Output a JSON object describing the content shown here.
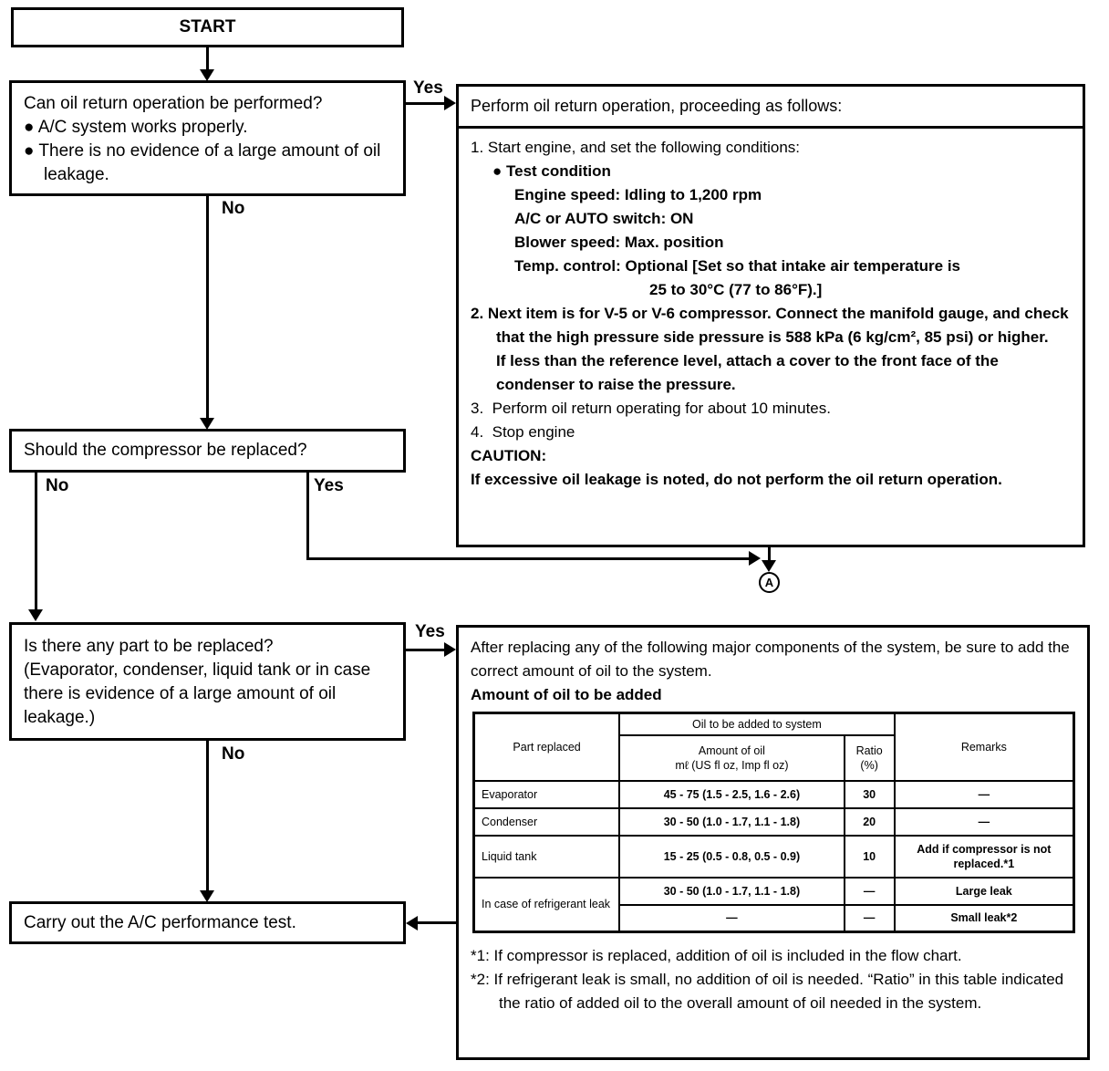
{
  "colors": {
    "ink": "#000000",
    "paper": "#ffffff"
  },
  "icons": {
    "bullet": "●"
  },
  "flowchart": {
    "start_label": "START",
    "d1_title": "Can oil return operation be performed?",
    "d1_bullet1": "A/C system works properly.",
    "d1_bullet2": "There is no evidence of a large amount of oil leakage.",
    "d2_title": "Should the compressor be replaced?",
    "d3_title": "Is there any part to be replaced?",
    "d3_detail": "(Evaporator, condenser, liquid tank or in case there is evidence of a large amount of oil leakage.)",
    "d4_title": "Carry out the A/C performance test.",
    "labels": {
      "d1_yes": "Yes",
      "d1_no": "No",
      "d2_no": "No",
      "d2_yes": "Yes",
      "d3_yes": "Yes",
      "d3_no": "No"
    },
    "connector_a": "A"
  },
  "procedure_box": {
    "title": "Perform oil return operation, proceeding as follows:",
    "step1": "1. Start engine, and set the following conditions:",
    "test_condition": "Test condition",
    "cond_engine": "Engine speed: Idling to 1,200 rpm",
    "cond_switch": "A/C or AUTO switch: ON",
    "cond_blower": "Blower speed: Max. position",
    "cond_temp": "Temp. control: Optional [Set so that intake air temperature is",
    "cond_temp2": "25 to 30°C (77 to 86°F).]",
    "step2a": "2. Next item is for V-5 or V-6 compressor. Connect the manifold gauge, and check that the high pressure side pressure is 588 kPa (6 kg/cm², 85 psi) or higher.",
    "step2b": "If less than the reference level, attach a cover to the front face of the condenser to raise the pressure.",
    "step3": "3.  Perform oil return operating for about 10 minutes.",
    "step4": "4.  Stop engine",
    "caution_label": "CAUTION:",
    "caution_text": "If excessive oil leakage is noted, do not perform the oil return operation."
  },
  "oil_box": {
    "intro": "After replacing any of the following major components of the system, be sure to add the correct amount of oil to the system.",
    "table_title": "Amount of oil to be added",
    "table": {
      "col_part": "Part replaced",
      "col_group": "Oil to be added to system",
      "col_amount_line1": "Amount of oil",
      "col_amount_line2": "mℓ (US fl oz, Imp fl oz)",
      "col_ratio_line1": "Ratio",
      "col_ratio_line2": "(%)",
      "col_remarks": "Remarks",
      "rows": [
        {
          "part": "Evaporator",
          "amount": "45 - 75 (1.5 - 2.5, 1.6 - 2.6)",
          "ratio": "30",
          "remarks": "—"
        },
        {
          "part": "Condenser",
          "amount": "30 - 50 (1.0 - 1.7, 1.1 - 1.8)",
          "ratio": "20",
          "remarks": "—"
        },
        {
          "part": "Liquid tank",
          "amount": "15 - 25 (0.5 - 0.8, 0.5 - 0.9)",
          "ratio": "10",
          "remarks": "Add if compressor is not replaced.*1"
        },
        {
          "part": "In case of refrigerant leak",
          "amount": "30 - 50 (1.0 - 1.7, 1.1 - 1.8)",
          "ratio": "—",
          "remarks": "Large leak"
        },
        {
          "part": "",
          "amount": "—",
          "ratio": "—",
          "remarks": "Small leak*2"
        }
      ]
    },
    "footnote1": "*1: If compressor is replaced, addition of oil is included in the flow chart.",
    "footnote2": "*2: If refrigerant leak is small, no addition of oil is needed. “Ratio” in this table indicated the ratio of added oil to the overall amount of oil needed in the system."
  }
}
